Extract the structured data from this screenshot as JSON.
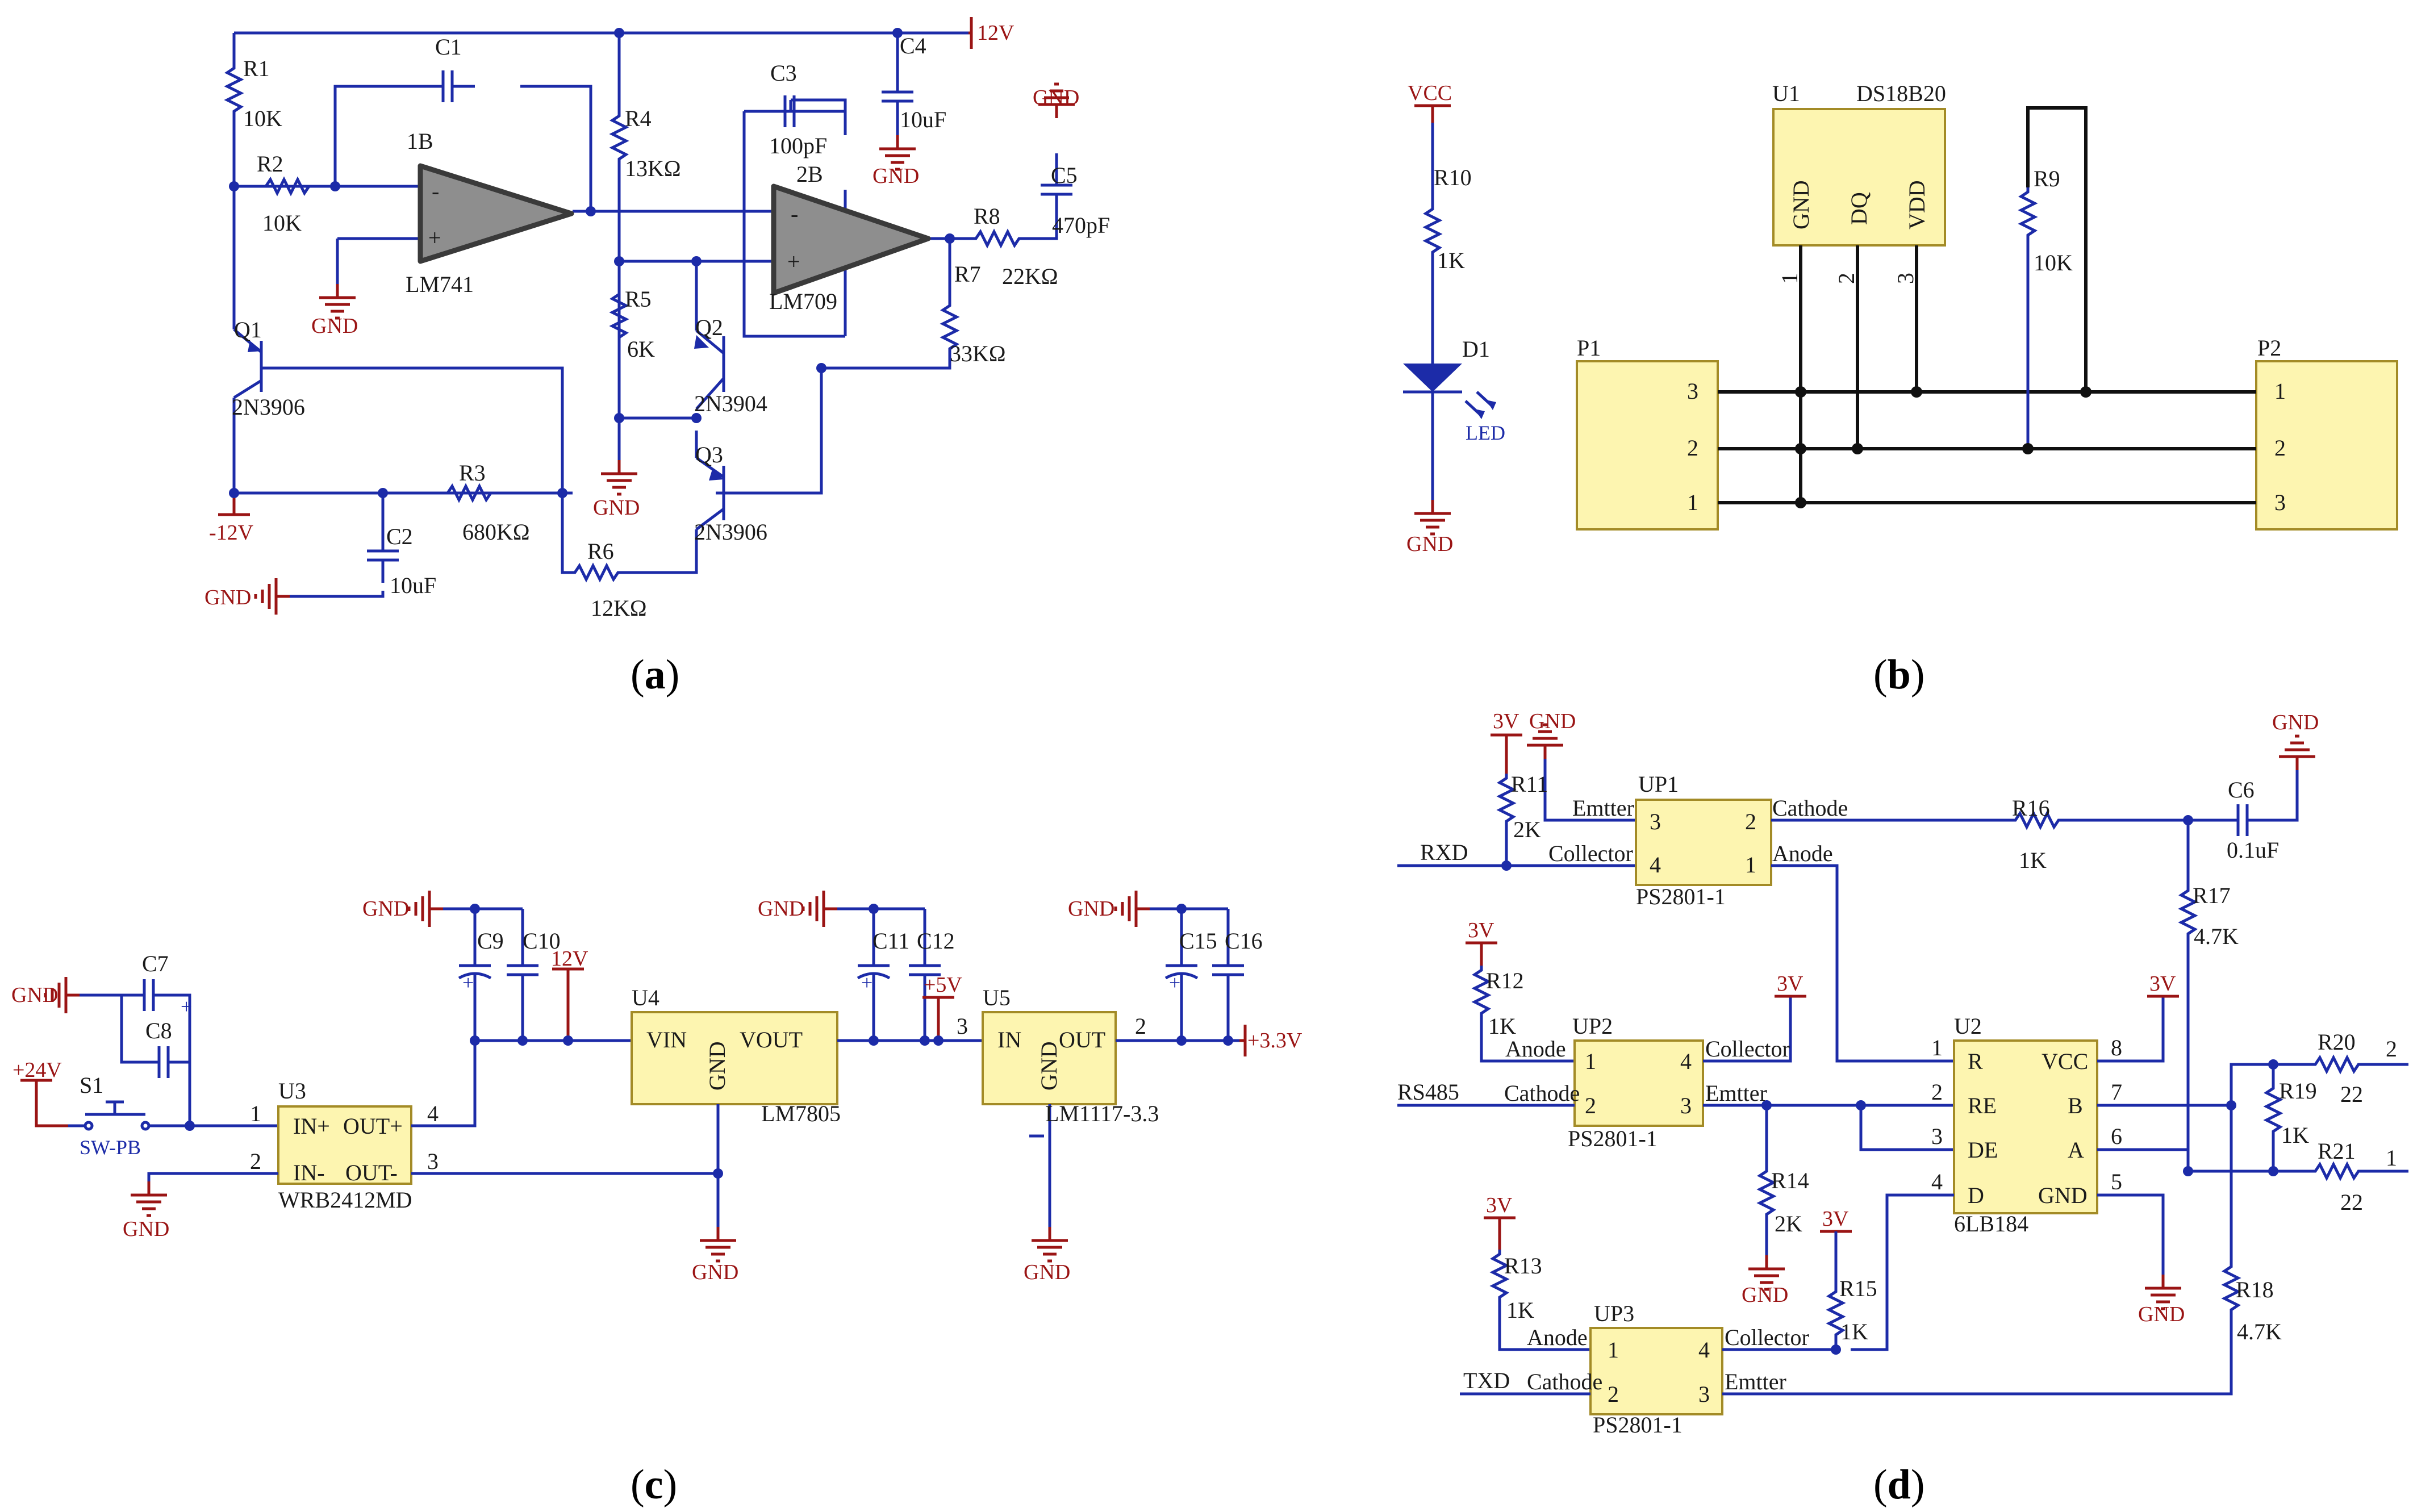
{
  "panels": {
    "a": {
      "caption": {
        "open": "(",
        "letter": "a",
        "close": ")"
      },
      "labels": {
        "v12": "12V",
        "vm12": "-12V",
        "gnd1": "GND",
        "gnd2": "GND",
        "gnd3": "GND",
        "gnd4": "GND",
        "gnd5": "GND",
        "r1": "R1",
        "r1v": "10K",
        "r2": "R2",
        "r2v": "10K",
        "r3": "R3",
        "r3v": "680KΩ",
        "r4": "R4",
        "r4v": "13KΩ",
        "r5": "R5",
        "r5v": "6K",
        "r6": "R6",
        "r6v": "12KΩ",
        "r7": "R7",
        "r7v": "33KΩ",
        "r8": "R8",
        "r8v": "22KΩ",
        "c1": "C1",
        "c2": "C2",
        "c2v": "10uF",
        "c3": "C3",
        "c3v": "100pF",
        "c4": "C4",
        "c4v": "10uF",
        "c5": "C5",
        "c5v": "470pF",
        "u1": "1B",
        "u1p": "LM741",
        "u2": "2B",
        "u2p": "LM709",
        "q1": "Q1",
        "q1p": "2N3906",
        "q2": "Q2",
        "q2p": "2N3904",
        "q3": "Q3",
        "q3p": "2N3906",
        "minus": "-",
        "plus": "+"
      }
    },
    "b": {
      "caption": {
        "open": "(",
        "letter": "b",
        "close": ")"
      },
      "labels": {
        "vcc": "VCC",
        "gnd": "GND",
        "r10": "R10",
        "r10v": "1K",
        "d1": "D1",
        "led": "LED",
        "u1": "U1",
        "u1p": "DS18B20",
        "pin_gnd": "GND",
        "pin_dq": "DQ",
        "pin_vdd": "VDD",
        "n1": "1",
        "n2": "2",
        "n3": "3",
        "r9": "R9",
        "r9v": "10K",
        "p1": "P1",
        "p2": "P2",
        "p1_3": "3",
        "p1_2": "2",
        "p1_1": "1",
        "p2_1": "1",
        "p2_2": "2",
        "p2_3": "3"
      }
    },
    "c": {
      "caption": {
        "open": "(",
        "letter": "c",
        "close": ")"
      },
      "labels": {
        "gnd1": "GND",
        "gnd2": "GND",
        "gnd3": "GND",
        "gnd4": "GND",
        "gnd5": "GND",
        "gnd6": "GND",
        "gnd7": "GND",
        "v24": "+24V",
        "s1": "S1",
        "swpb": "SW-PB",
        "c7": "C7",
        "c8": "C8",
        "u3": "U3",
        "u3p": "WRB2412MD",
        "inp": "IN+",
        "inm": "IN-",
        "outp": "OUT+",
        "outm": "OUT-",
        "p1": "1",
        "p2": "2",
        "p3": "3",
        "p4": "4",
        "c9": "C9",
        "c10": "C10",
        "v12": "12V",
        "u4": "U4",
        "u4p": "LM7805",
        "vin": "VIN",
        "vout": "VOUT",
        "u4gnd": "GND",
        "c11": "C11",
        "c12": "C12",
        "v5": "+5V",
        "u5": "U5",
        "u5p": "LM1117-3.3",
        "in": "IN",
        "out": "OUT",
        "u5gnd": "GND",
        "u5p3": "3",
        "u5p2": "2",
        "c15": "C15",
        "c16": "C16",
        "v33": "+3.3V",
        "plus": "+"
      }
    },
    "d": {
      "caption": {
        "open": "(",
        "letter": "d",
        "close": ")"
      },
      "labels": {
        "v3a": "3V",
        "v3b": "3V",
        "v3c": "3V",
        "v3d": "3V",
        "v3e": "3V",
        "gnd1": "GND",
        "gnd2": "GND",
        "gnd3": "GND",
        "gnd4": "GND",
        "r11": "R11",
        "r11v": "2K",
        "r12": "R12",
        "r12v": "1K",
        "r13": "R13",
        "r13v": "1K",
        "r14": "R14",
        "r14v": "2K",
        "r15": "R15",
        "r15v": "1K",
        "r16": "R16",
        "r16v": "1K",
        "r17": "R17",
        "r17v": "4.7K",
        "r18": "R18",
        "r18v": "4.7K",
        "r19": "R19",
        "r19v": "1K",
        "r20": "R20",
        "r20v": "22",
        "r21": "R21",
        "r21v": "22",
        "c6": "C6",
        "c6v": "0.1uF",
        "rxd": "RXD",
        "rs485": "RS485",
        "txd": "TXD",
        "up1": "UP1",
        "up2": "UP2",
        "up3": "UP3",
        "ps": "PS2801-1",
        "emitter": "Emtter",
        "collector": "Collector",
        "anode": "Anode",
        "cathode": "Cathode",
        "u2": "U2",
        "u2p": "6LB184",
        "pin_r": "R",
        "pin_re": "RE",
        "pin_de": "DE",
        "pin_d": "D",
        "pin_vcc": "VCC",
        "pin_b": "B",
        "pin_a": "A",
        "pin_gnd": "GND",
        "n1": "1",
        "n2": "2",
        "n3": "3",
        "n4": "4",
        "n5": "5",
        "n6": "6",
        "n7": "7",
        "n8": "8",
        "out2": "2",
        "out1": "1"
      }
    }
  },
  "colors": {
    "wire": "#1c2ba8",
    "power": "#9a1414",
    "component_fill": "#fdf5b0",
    "component_border": "#a38b26",
    "opamp_fill": "#8e8e8e"
  }
}
